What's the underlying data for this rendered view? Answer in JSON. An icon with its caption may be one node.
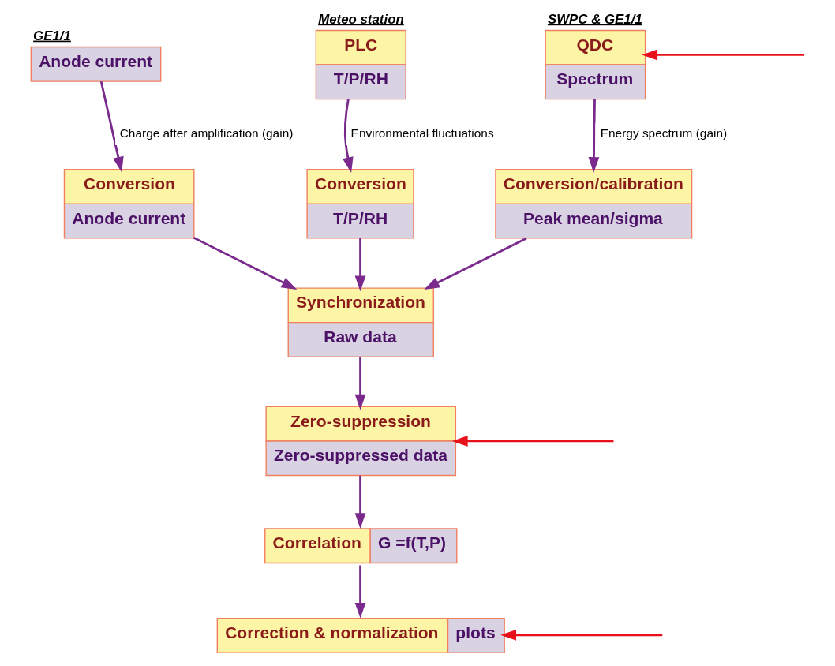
{
  "diagram": {
    "nodes": [
      {
        "text": [
          "Anode current"
        ],
        "beside": [
          "GE1/1"
        ]
      },
      {
        "text": [
          "PLC",
          "T/P/RH"
        ],
        "beside": [
          "Meteo station"
        ]
      },
      {
        "text": [
          "QDC",
          "Spectrum"
        ],
        "beside": [
          "SWPC & GE1/1"
        ]
      },
      {
        "text": [
          "Conversion",
          "Anode current"
        ]
      },
      {
        "text": [
          "Conversion",
          "T/P/RH"
        ]
      },
      {
        "text": [
          "Conversion/calibration",
          "Peak mean/sigma"
        ]
      },
      {
        "text": [
          "Synchronization",
          "Raw data"
        ]
      },
      {
        "text": [
          "Zero-suppression",
          "Zero-suppressed data"
        ]
      },
      {
        "text": [
          "Correlation",
          "G =f(T,P)"
        ]
      },
      {
        "text": [
          "Correction & normalization",
          "plots"
        ]
      }
    ],
    "edges": [
      {
        "from": 0,
        "to": 3,
        "arrow": "to",
        "label": "Charge after amplification (gain)"
      },
      {
        "from": 1,
        "to": 4,
        "arrow": "to",
        "label": "Environmental fluctuations"
      },
      {
        "from": 2,
        "to": 5,
        "arrow": "to",
        "label": "Energy spectrum (gain)"
      },
      {
        "from": 3,
        "to": 6,
        "arrow": "to"
      },
      {
        "from": 4,
        "to": 6,
        "arrow": "to"
      },
      {
        "from": 5,
        "to": 6,
        "arrow": "to"
      },
      {
        "from": 6,
        "to": 7,
        "arrow": "to"
      },
      {
        "from": 7,
        "to": 8,
        "arrow": "to"
      },
      {
        "from": 8,
        "to": 9,
        "arrow": "to"
      },
      {
        "from": null,
        "to": 2,
        "arrow": "to",
        "color": "#e8111b"
      },
      {
        "from": null,
        "to": 7,
        "arrow": "to",
        "color": "#e8111b"
      },
      {
        "from": null,
        "to": 9,
        "arrow": "to",
        "color": "#e8111b"
      }
    ]
  }
}
